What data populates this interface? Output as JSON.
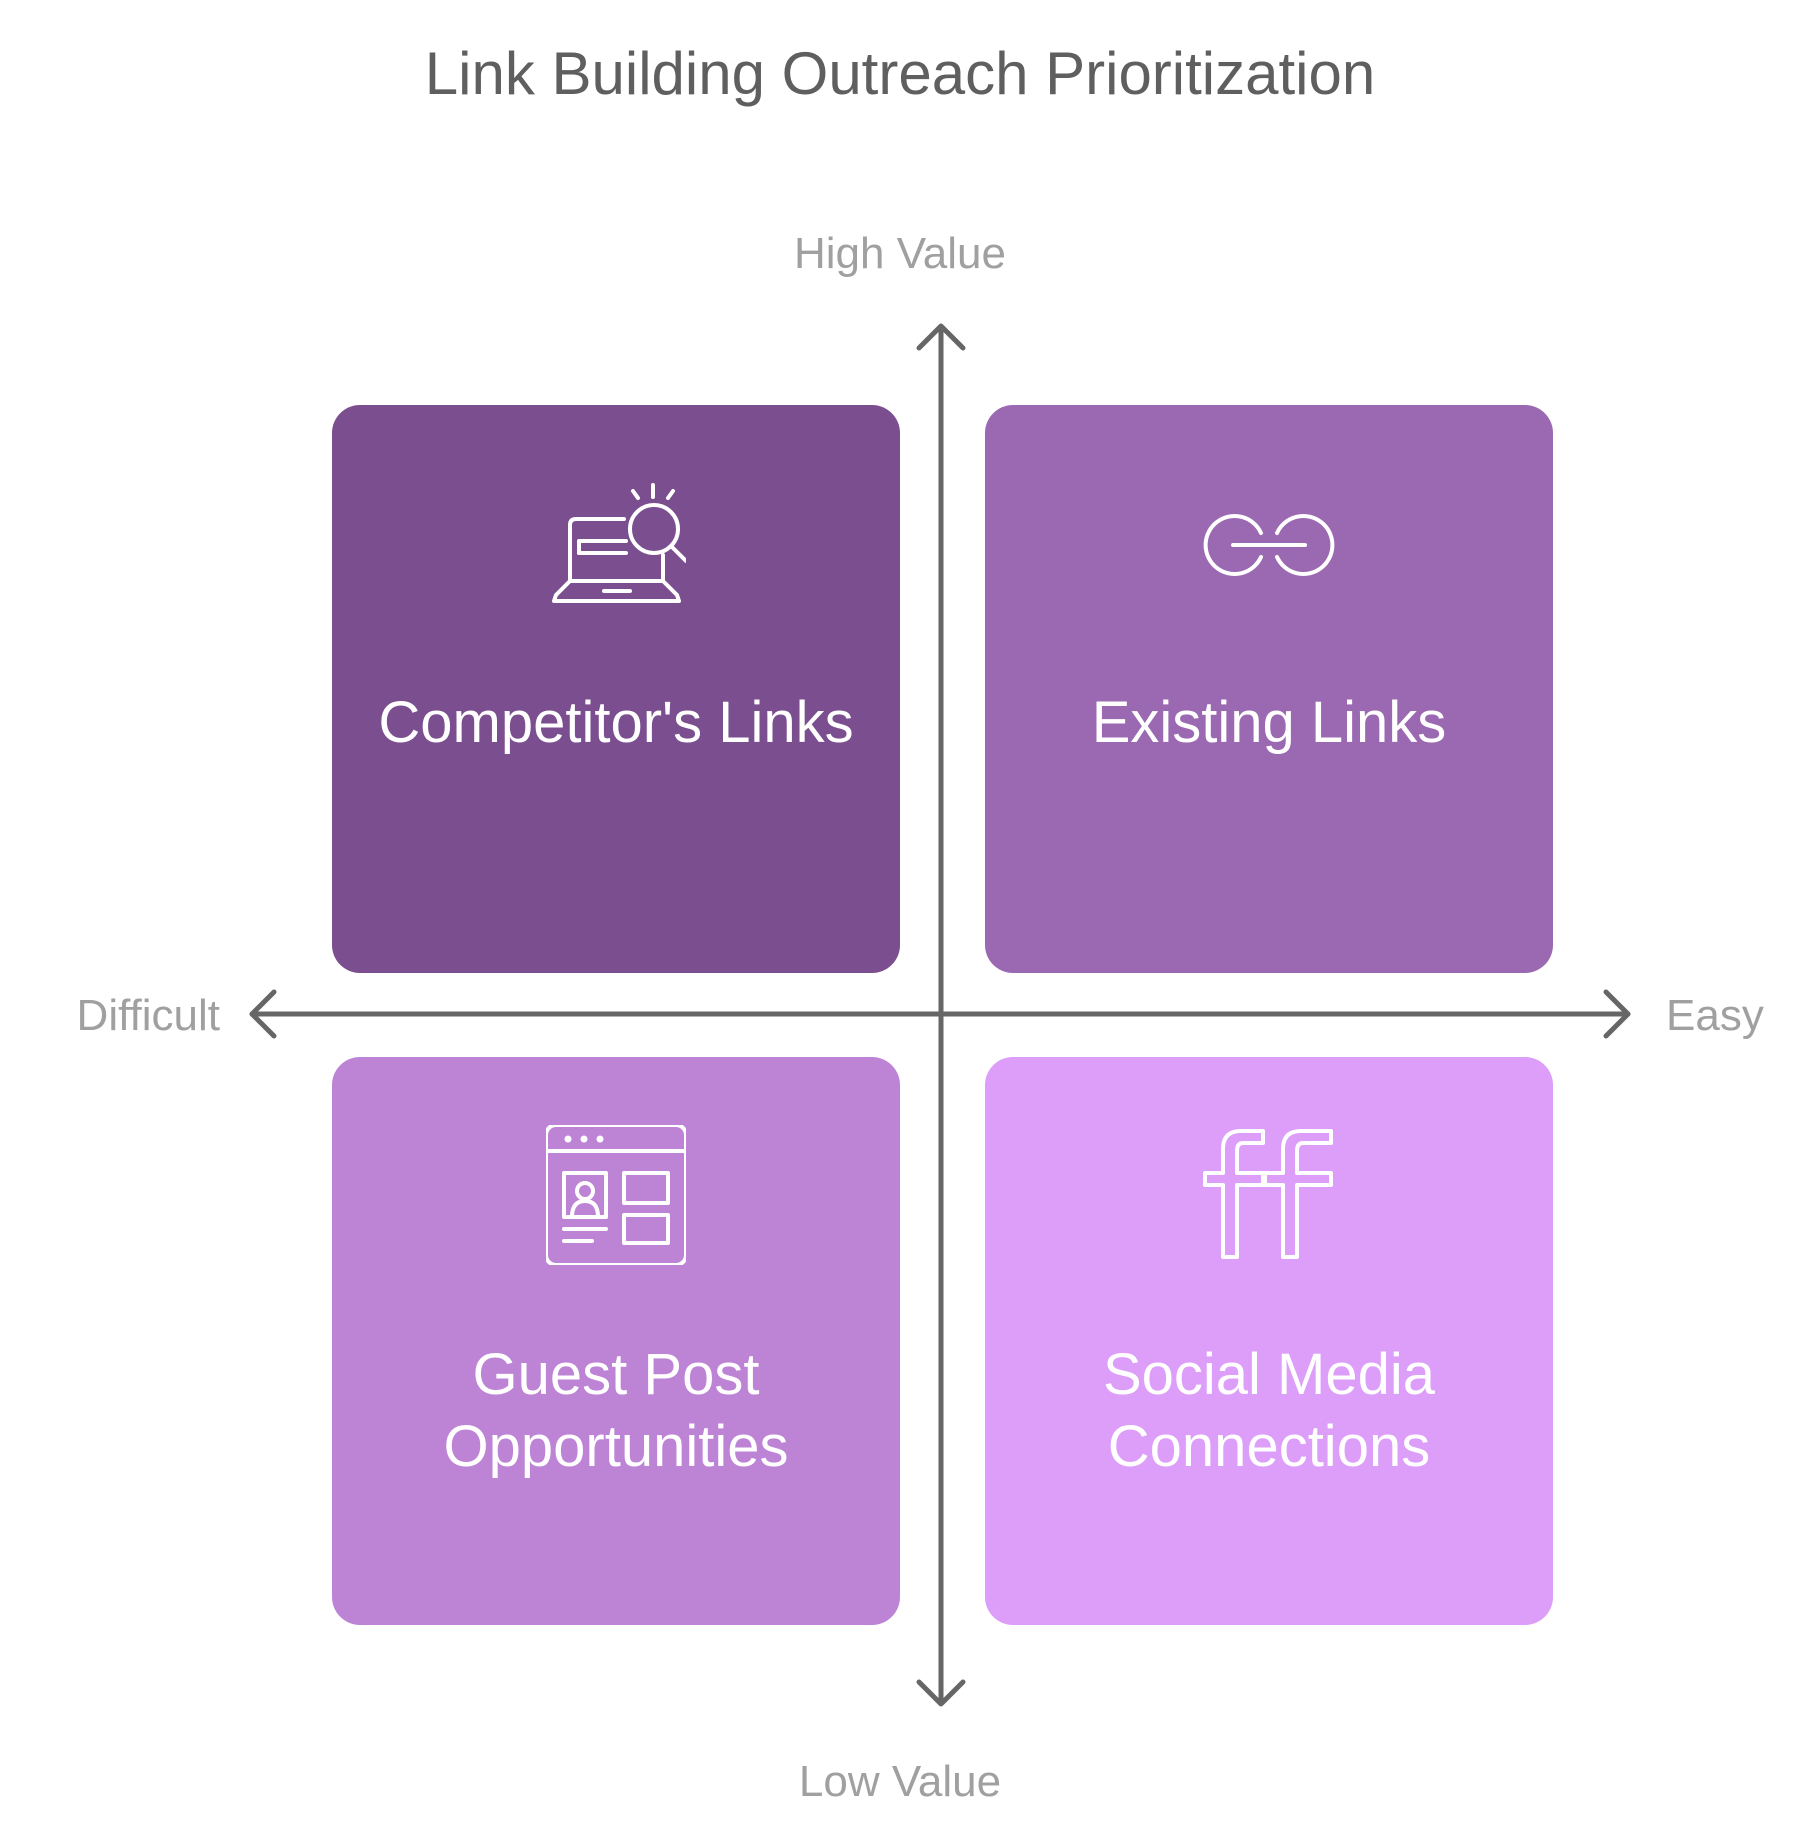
{
  "title": "Link Building Outreach Prioritization",
  "axes": {
    "y_high": "High Value",
    "y_low": "Low Value",
    "x_low": "Difficult",
    "x_high": "Easy"
  },
  "quadrants": {
    "top_left": {
      "label": "Competitor's Links",
      "icon": "laptop-search-icon",
      "color": "#7a4e8f"
    },
    "top_right": {
      "label": "Existing Links",
      "icon": "link-icon",
      "color": "#9b69b1"
    },
    "bottom_left": {
      "label": "Guest Post Opportunities",
      "icon": "web-page-profile-icon",
      "color": "#bd83d5"
    },
    "bottom_right": {
      "label": "Social Media Connections",
      "icon": "ff-letters-icon",
      "color": "#dc9ef8"
    }
  }
}
